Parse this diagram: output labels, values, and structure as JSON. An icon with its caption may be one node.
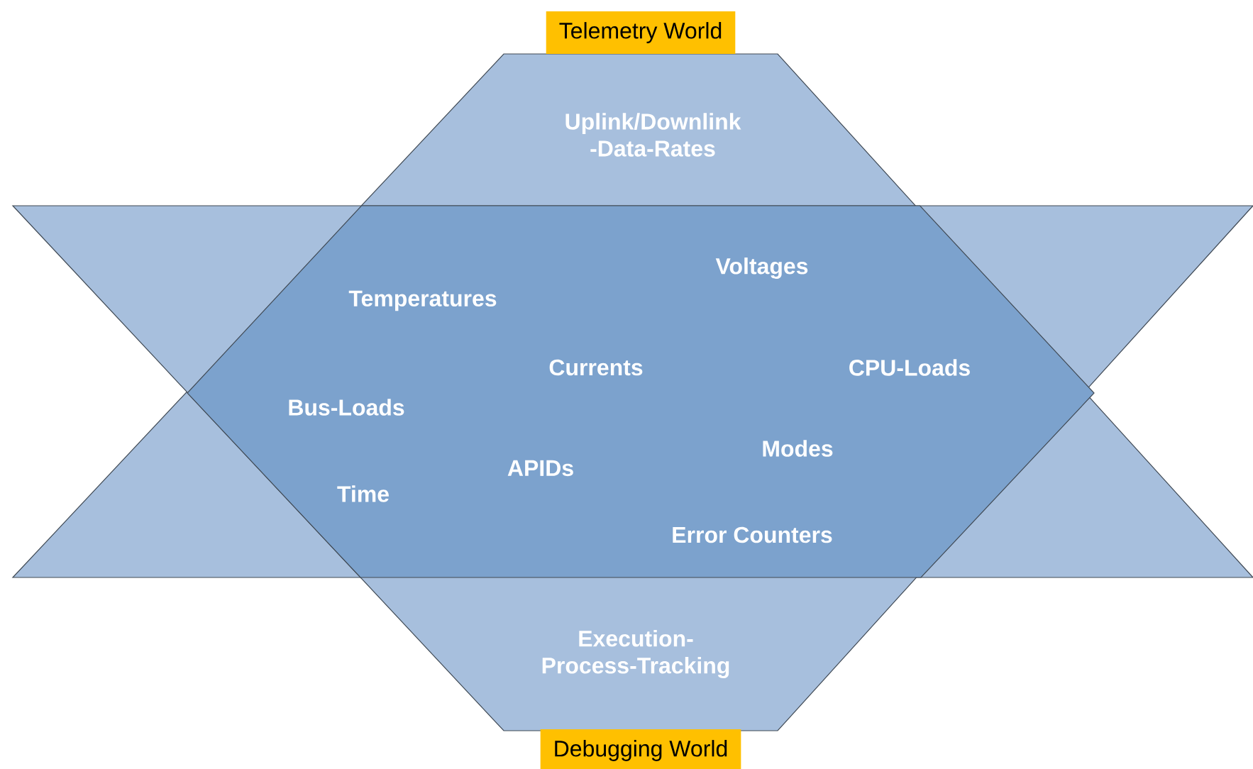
{
  "diagram": {
    "nodes": [
      {
        "text": [
          "Telemetry World",
          "Uplink/Downlink -Data-Rates"
        ]
      },
      {
        "text": [
          "Execution- Process-Tracking",
          "Debugging World"
        ]
      }
    ],
    "edges": [],
    "labels": [
      "Voltages",
      "Temperatures",
      "Currents",
      "CPU-Loads",
      "Bus-Loads",
      "Modes",
      "APIDs",
      "Time",
      "Error Counters"
    ]
  }
}
